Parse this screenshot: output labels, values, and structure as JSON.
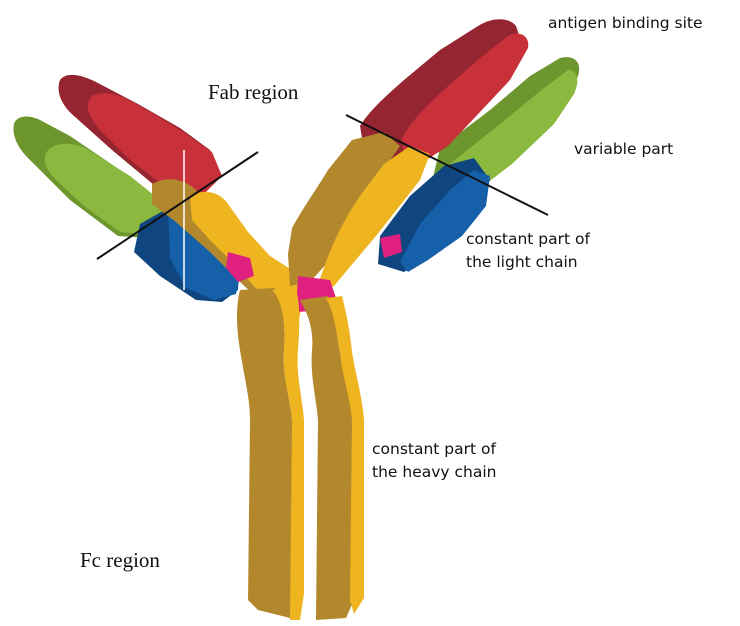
{
  "labels": {
    "antigen_binding_site": "antigen binding site",
    "fab_region": "Fab region",
    "variable_part": "variable part",
    "constant_light_line1": "constant part of",
    "constant_light_line2": "the light chain",
    "constant_heavy_line1": "constant part of",
    "constant_heavy_line2": "the heavy chain",
    "fc_region": "Fc region"
  },
  "colors": {
    "heavy_chain": "#EFB520",
    "heavy_chain_shade": "#B3882C",
    "light_chain_variable": "#8BB83E",
    "light_chain_variable_shade": "#6E962E",
    "light_chain_constant": "#1560A8",
    "light_chain_constant_shade": "#0F4680",
    "heavy_chain_variable": "#C8303A",
    "heavy_chain_variable_shade": "#952631",
    "disulfide_bridge": "#E0207F",
    "divider_line": "#111111"
  }
}
